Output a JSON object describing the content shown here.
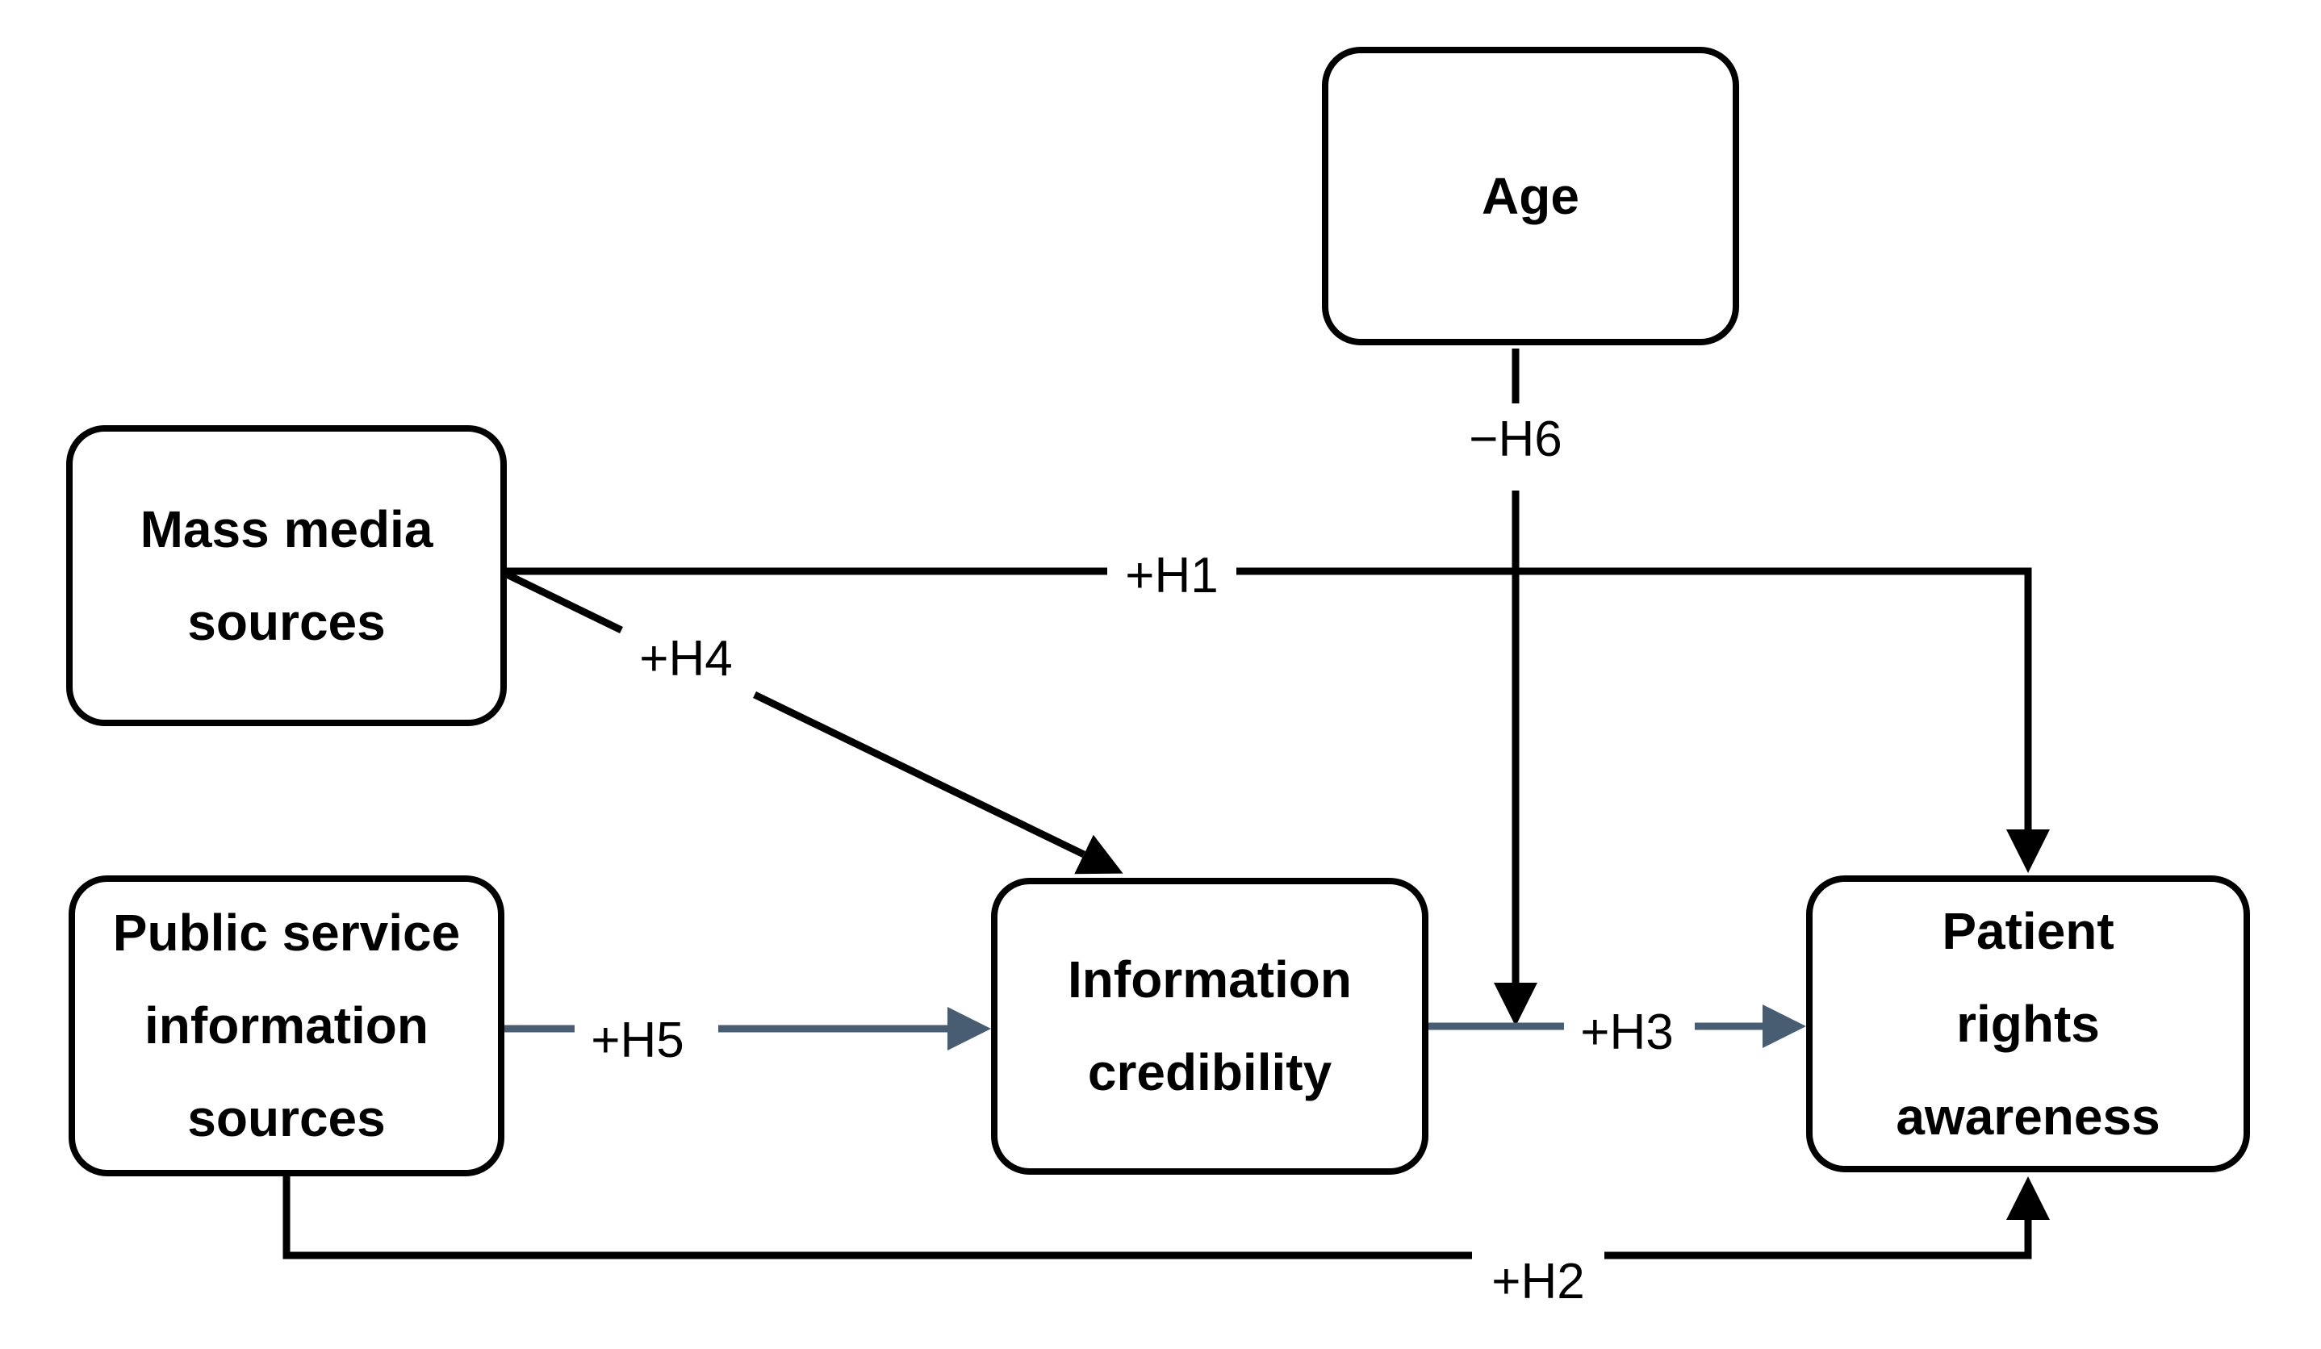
{
  "figure": {
    "type": "path-model-diagram",
    "description": "Conceptual hypothesis model with five constructs connected by labeled hypothesis arrows"
  },
  "colors": {
    "background": "#ffffff",
    "node_border": "#000000",
    "node_fill": "#ffffff",
    "text": "#000000",
    "edge_black": "#000000",
    "edge_slate": "#495d72"
  },
  "nodes": {
    "age": {
      "label": "Age"
    },
    "mass_media": {
      "label": "Mass media\nsources"
    },
    "public_service": {
      "label": "Public service\ninformation\nsources"
    },
    "information_credibility": {
      "label": "Information\ncredibility"
    },
    "patient_rights": {
      "label": "Patient\nrights\nawareness"
    }
  },
  "edges": {
    "h1": {
      "label": "+H1",
      "sign": "positive",
      "from": "Mass media sources",
      "to": "Patient rights awareness",
      "color": "#000000"
    },
    "h2": {
      "label": "+H2",
      "sign": "positive",
      "from": "Public service information sources",
      "to": "Patient rights awareness",
      "color": "#000000"
    },
    "h3": {
      "label": "+H3",
      "sign": "positive",
      "from": "Information credibility",
      "to": "Patient rights awareness",
      "color": "#495d72"
    },
    "h4": {
      "label": "+H4",
      "sign": "positive",
      "from": "Mass media sources",
      "to": "Information credibility",
      "color": "#000000"
    },
    "h5": {
      "label": "+H5",
      "sign": "positive",
      "from": "Public service information sources",
      "to": "Information credibility",
      "color": "#495d72"
    },
    "h6": {
      "label": "−H6",
      "sign": "negative",
      "from": "Age",
      "to": "Information credibility → Patient rights awareness path",
      "color": "#000000"
    }
  }
}
